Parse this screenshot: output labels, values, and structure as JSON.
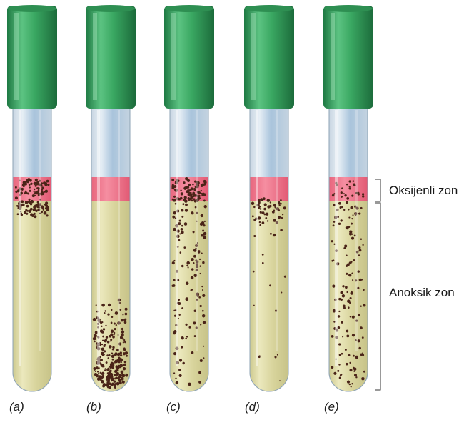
{
  "tubes": [
    {
      "label": "(a)",
      "pattern": "top-only"
    },
    {
      "label": "(b)",
      "pattern": "bottom-only"
    },
    {
      "label": "(c)",
      "pattern": "throughout-top-heavy"
    },
    {
      "label": "(d)",
      "pattern": "just-below-oxygen"
    },
    {
      "label": "(e)",
      "pattern": "throughout-even"
    }
  ],
  "zones": {
    "oxygen": "Oksijenli zon",
    "anoxic": "Anoksik zon"
  },
  "colors": {
    "cap": "#3aa862",
    "medium": "#ddd9a2",
    "oxygen_band": "#f06d86",
    "colony": "#4a2418"
  }
}
